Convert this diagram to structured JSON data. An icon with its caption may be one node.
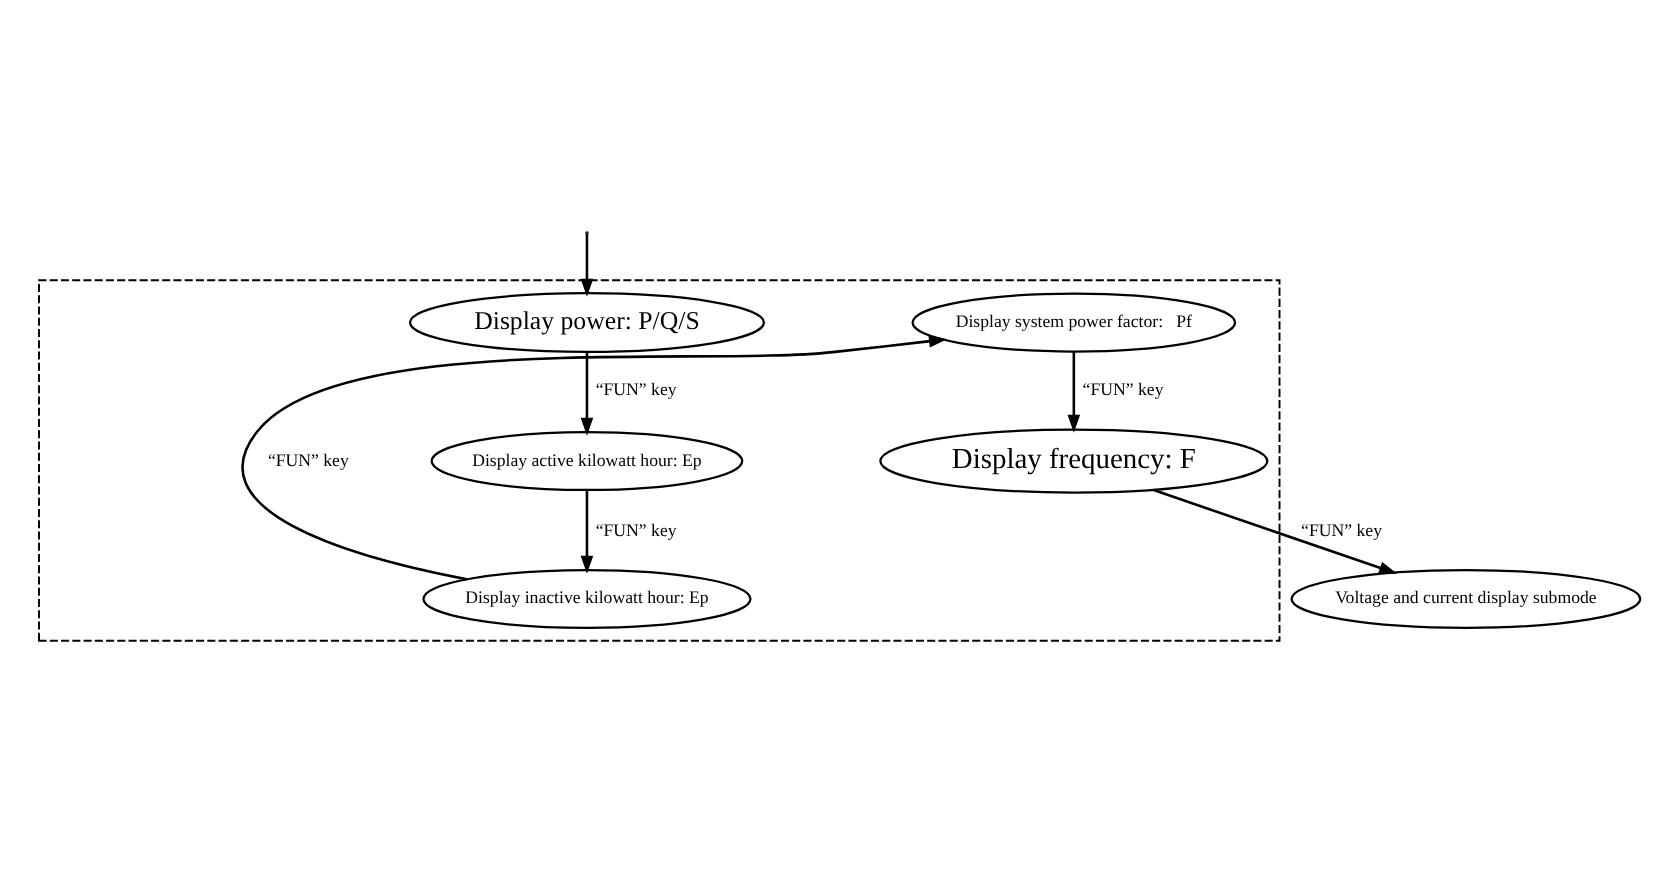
{
  "diagram": {
    "nodes": [
      {
        "text": [],
        "shape": "box"
      },
      {
        "text": [
          "Display power: P/Q/S"
        ],
        "in": 0
      },
      {
        "text": [
          "Display active kilowatt hour: Ep"
        ],
        "in": 0
      },
      {
        "text": [
          "Display inactive kilowatt hour: Ep"
        ],
        "in": 0
      },
      {
        "text": [
          "Display system power factor:   Pf"
        ],
        "in": 0
      },
      {
        "text": [
          "Display frequency: F"
        ],
        "in": 0
      },
      {
        "text": [
          "Voltage and current display submode"
        ]
      }
    ],
    "edges": [
      {
        "from": null,
        "to": 1,
        "arrow": "to"
      },
      {
        "from": 1,
        "to": 2,
        "label": "“FUN” key",
        "arrow": "to"
      },
      {
        "from": 2,
        "to": 3,
        "label": "“FUN” key",
        "arrow": "to"
      },
      {
        "from": 3,
        "to": 4,
        "label": "“FUN” key",
        "arrow": "to"
      },
      {
        "from": 4,
        "to": 5,
        "label": "“FUN” key",
        "arrow": "to"
      },
      {
        "from": 5,
        "to": 6,
        "label": "“FUN” key",
        "arrow": "to"
      }
    ]
  }
}
